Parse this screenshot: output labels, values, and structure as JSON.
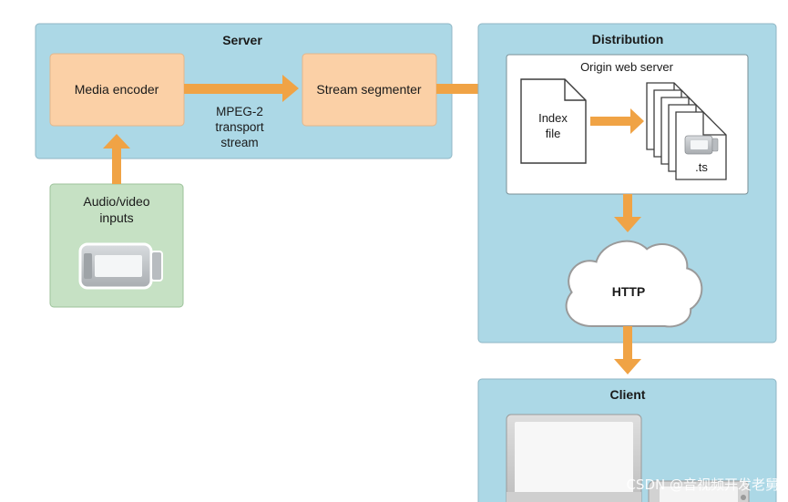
{
  "server": {
    "title": "Server"
  },
  "media_encoder": {
    "label": "Media encoder"
  },
  "stream_segmenter": {
    "label": "Stream segmenter"
  },
  "transport_label": {
    "line1": "MPEG-2",
    "line2": "transport",
    "line3": "stream"
  },
  "inputs": {
    "line1": "Audio/video",
    "line2": "inputs"
  },
  "distribution": {
    "title": "Distribution"
  },
  "origin_server": {
    "title": "Origin web server"
  },
  "index_file": {
    "line1": "Index",
    "line2": "file"
  },
  "segments": {
    "label": ".ts"
  },
  "http_cloud": {
    "label": "HTTP"
  },
  "client": {
    "title": "Client"
  },
  "watermark": {
    "text": "CSDN @音视频开发老舅"
  },
  "colors": {
    "panel_blue": "#acd8e6",
    "panel_border": "#8fb6c4",
    "orange_box": "#fbd0a6",
    "arrow_orange": "#f0a345",
    "inputs_green": "#c6e1c4"
  }
}
